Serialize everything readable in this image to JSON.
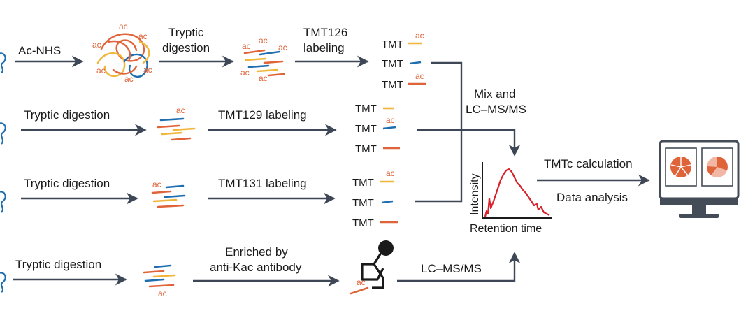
{
  "colors": {
    "arrow": "#3e4756",
    "orange": "#e0643a",
    "yellow": "#f0b63a",
    "blue": "#1f6fb0",
    "red": "#d8202a",
    "monitor": "#444c57"
  },
  "labels": {
    "ac_nhs": "Ac-NHS",
    "tryptic_top_1": "Tryptic",
    "tryptic_top_2": "digestion",
    "tmt126_1": "TMT126",
    "tmt126_2": "labeling",
    "tryptic_row2": "Tryptic digestion",
    "tmt129": "TMT129 labeling",
    "tryptic_row3": "Tryptic digestion",
    "tmt131": "TMT131 labeling",
    "tryptic_row4": "Tryptic digestion",
    "enriched_1": "Enriched by",
    "enriched_2": "anti-Kac antibody",
    "lcms_bottom": "LC–MS/MS",
    "mix_1": "Mix and",
    "mix_2": "LC–MS/MS",
    "tmtc": "TMTc calculation",
    "data_analysis": "Data analysis",
    "tmt": "TMT",
    "ac": "ac",
    "intensity": "Intensity",
    "retention": "Retention time"
  }
}
